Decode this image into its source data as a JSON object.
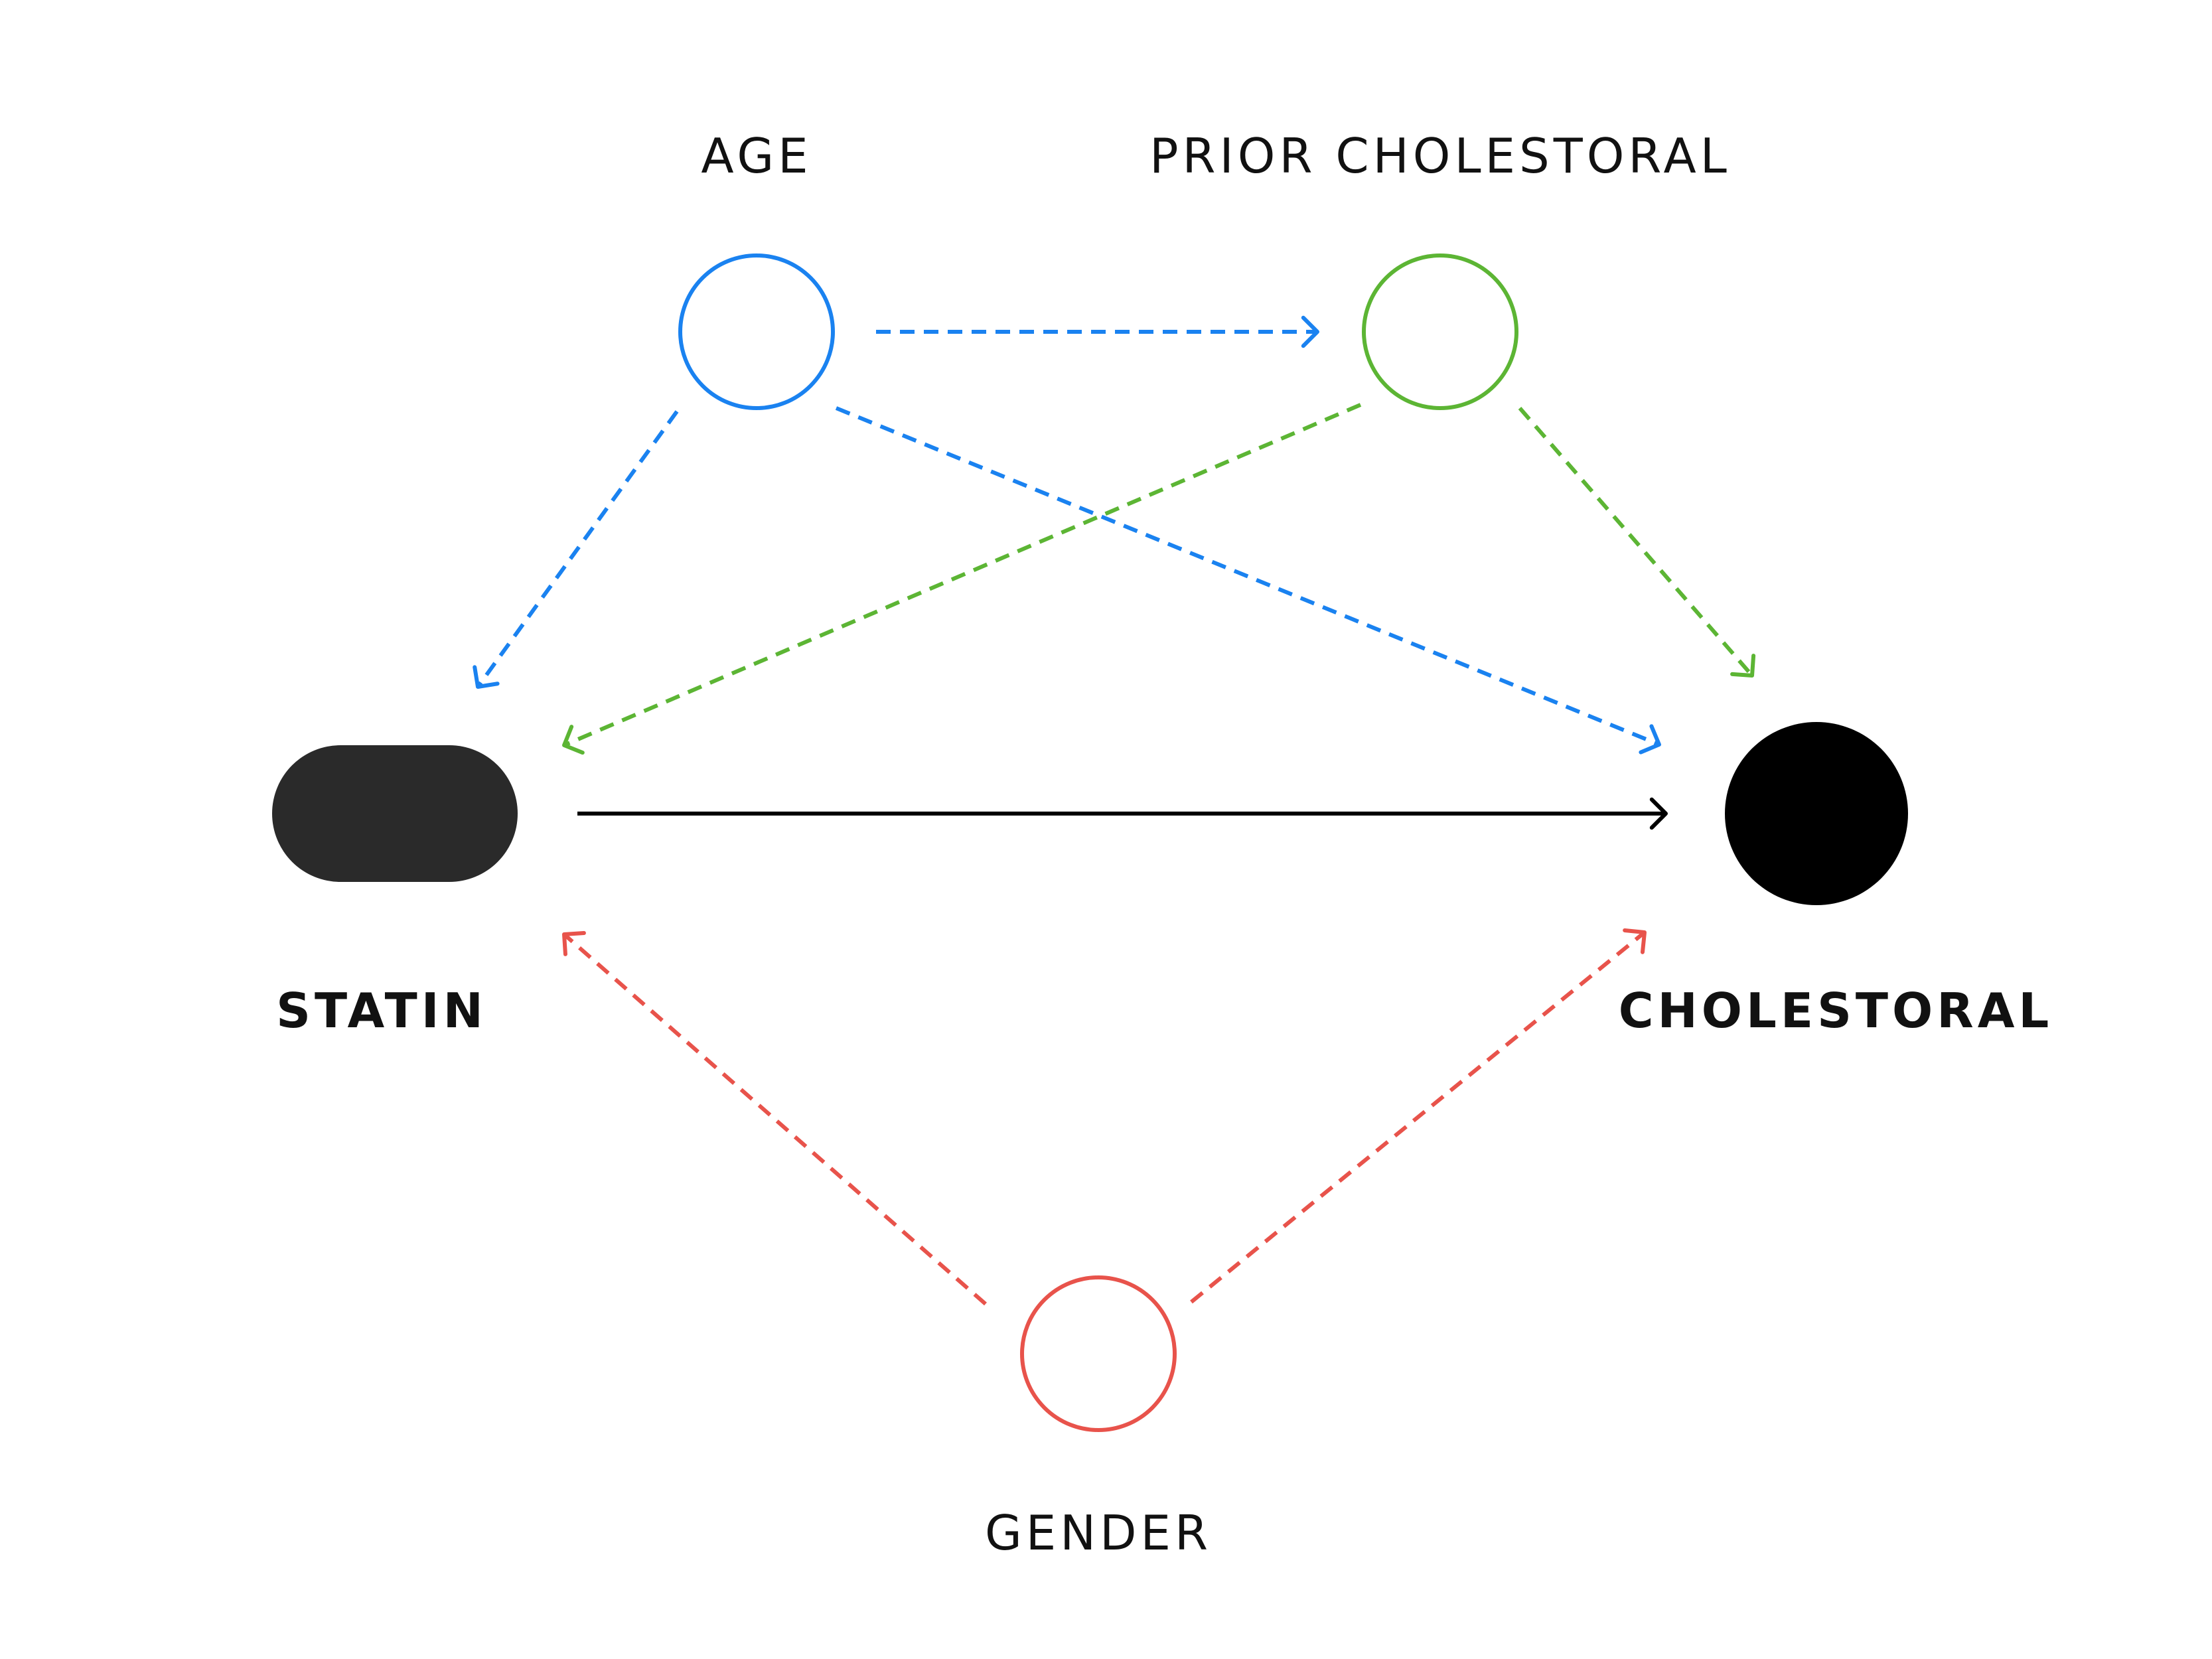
{
  "nodes": {
    "age": {
      "label": "AGE",
      "color": "#1a82f0"
    },
    "prior": {
      "label": "PRIOR CHOLESTORAL",
      "color": "#5cb534"
    },
    "statin": {
      "label": "STATIN",
      "color": "#2a2a2a"
    },
    "cholestoral": {
      "label": "CHOLESTORAL",
      "color": "#000000"
    },
    "gender": {
      "label": "GENDER",
      "color": "#e8534b"
    }
  },
  "edges": [
    {
      "from": "age",
      "to": "prior",
      "style": "dashed",
      "color": "#1a82f0"
    },
    {
      "from": "age",
      "to": "statin",
      "style": "dashed",
      "color": "#1a82f0"
    },
    {
      "from": "age",
      "to": "cholestoral",
      "style": "dashed",
      "color": "#1a82f0"
    },
    {
      "from": "prior",
      "to": "statin",
      "style": "dashed",
      "color": "#5cb534"
    },
    {
      "from": "prior",
      "to": "cholestoral",
      "style": "dashed",
      "color": "#5cb534"
    },
    {
      "from": "gender",
      "to": "statin",
      "style": "dashed",
      "color": "#e8534b"
    },
    {
      "from": "gender",
      "to": "cholestoral",
      "style": "dashed",
      "color": "#e8534b"
    },
    {
      "from": "statin",
      "to": "cholestoral",
      "style": "solid",
      "color": "#000000"
    }
  ]
}
